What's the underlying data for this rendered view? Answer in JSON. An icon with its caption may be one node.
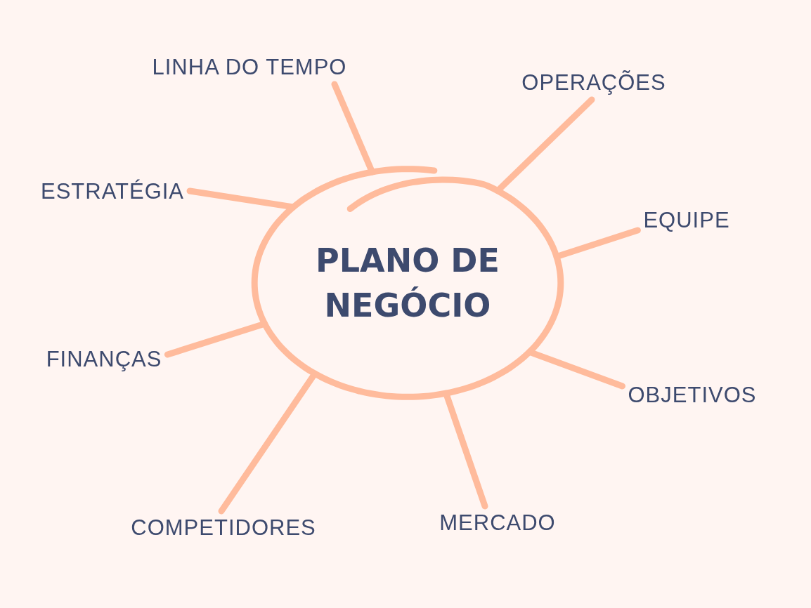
{
  "diagram": {
    "nodes": [
      {
        "text": [
          "PLANO DE NEGÓCIO"
        ]
      },
      {
        "text": [
          "LINHA DO TEMPO"
        ]
      },
      {
        "text": [
          "OPERAÇÕES"
        ]
      },
      {
        "text": [
          "ESTRATÉGIA"
        ]
      },
      {
        "text": [
          "EQUIPE"
        ]
      },
      {
        "text": [
          "FINANÇAS"
        ]
      },
      {
        "text": [
          "OBJETIVOS"
        ]
      },
      {
        "text": [
          "COMPETIDORES"
        ]
      },
      {
        "text": [
          "MERCADO"
        ]
      }
    ],
    "edges": [
      {
        "from": 0,
        "to": 1,
        "arrow": "none"
      },
      {
        "from": 0,
        "to": 2,
        "arrow": "none"
      },
      {
        "from": 0,
        "to": 3,
        "arrow": "none"
      },
      {
        "from": 0,
        "to": 4,
        "arrow": "none"
      },
      {
        "from": 0,
        "to": 5,
        "arrow": "none"
      },
      {
        "from": 0,
        "to": 6,
        "arrow": "none"
      },
      {
        "from": 0,
        "to": 7,
        "arrow": "none"
      },
      {
        "from": 0,
        "to": 8,
        "arrow": "none"
      }
    ]
  }
}
